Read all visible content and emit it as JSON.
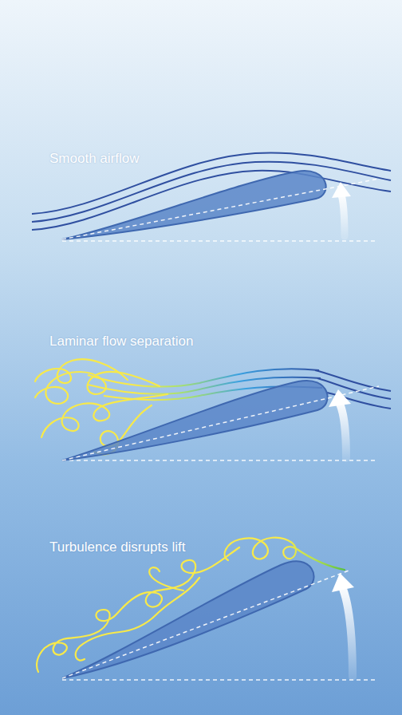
{
  "diagram": {
    "labels": [
      "Smooth airflow",
      "Laminar flow separation",
      "Turbulence disrupts lift"
    ]
  }
}
